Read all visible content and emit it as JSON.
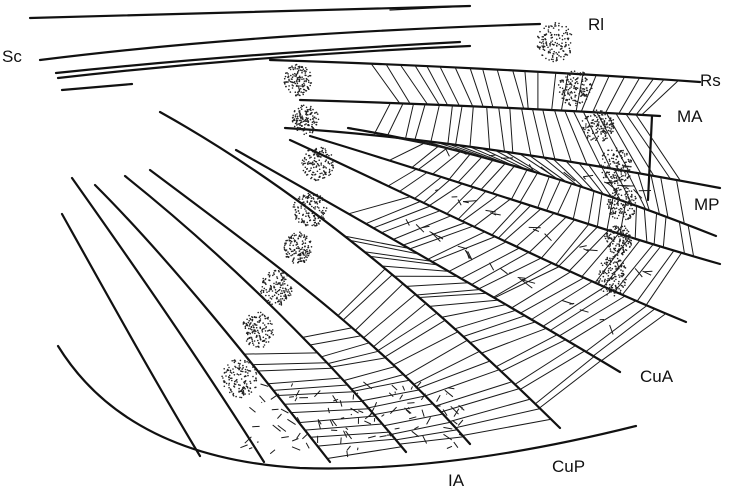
{
  "figure": {
    "labels": {
      "sc": "Sc",
      "rl": "Rl",
      "rs": "Rs",
      "ma": "MA",
      "mp": "MP",
      "cua": "CuA",
      "cup": "CuP",
      "ia": "IA"
    },
    "colors": {
      "ink": "#111111",
      "background": "#ffffff"
    }
  }
}
